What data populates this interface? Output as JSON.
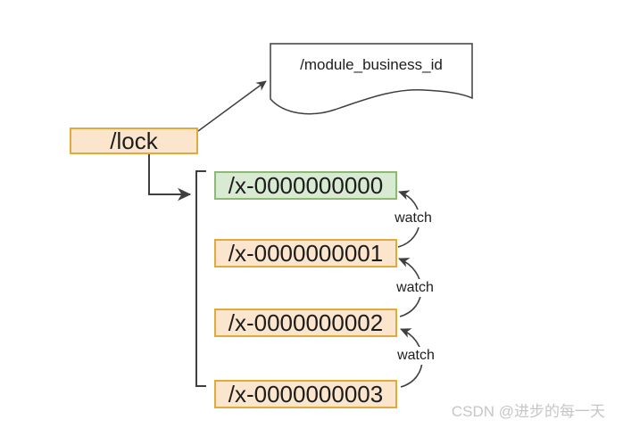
{
  "diagram": {
    "lock_node": {
      "label": "/lock"
    },
    "document_node": {
      "label": "/module_business_id"
    },
    "child_nodes": [
      {
        "label": "/x-0000000000",
        "fill": "green"
      },
      {
        "label": "/x-0000000001",
        "fill": "orange"
      },
      {
        "label": "/x-0000000002",
        "fill": "orange"
      },
      {
        "label": "/x-0000000003",
        "fill": "orange"
      }
    ],
    "edge_labels": [
      {
        "label": "watch"
      },
      {
        "label": "watch"
      },
      {
        "label": "watch"
      }
    ],
    "colors": {
      "orange_fill": "#fce5cd",
      "orange_stroke": "#e2a93d",
      "green_fill": "#d9ead3",
      "green_stroke": "#8cba74",
      "line": "#3f3f3f",
      "text": "#1d1d1d",
      "watermark": "#c6c6c6"
    }
  },
  "watermark": {
    "text": "CSDN @进步的每一天"
  }
}
